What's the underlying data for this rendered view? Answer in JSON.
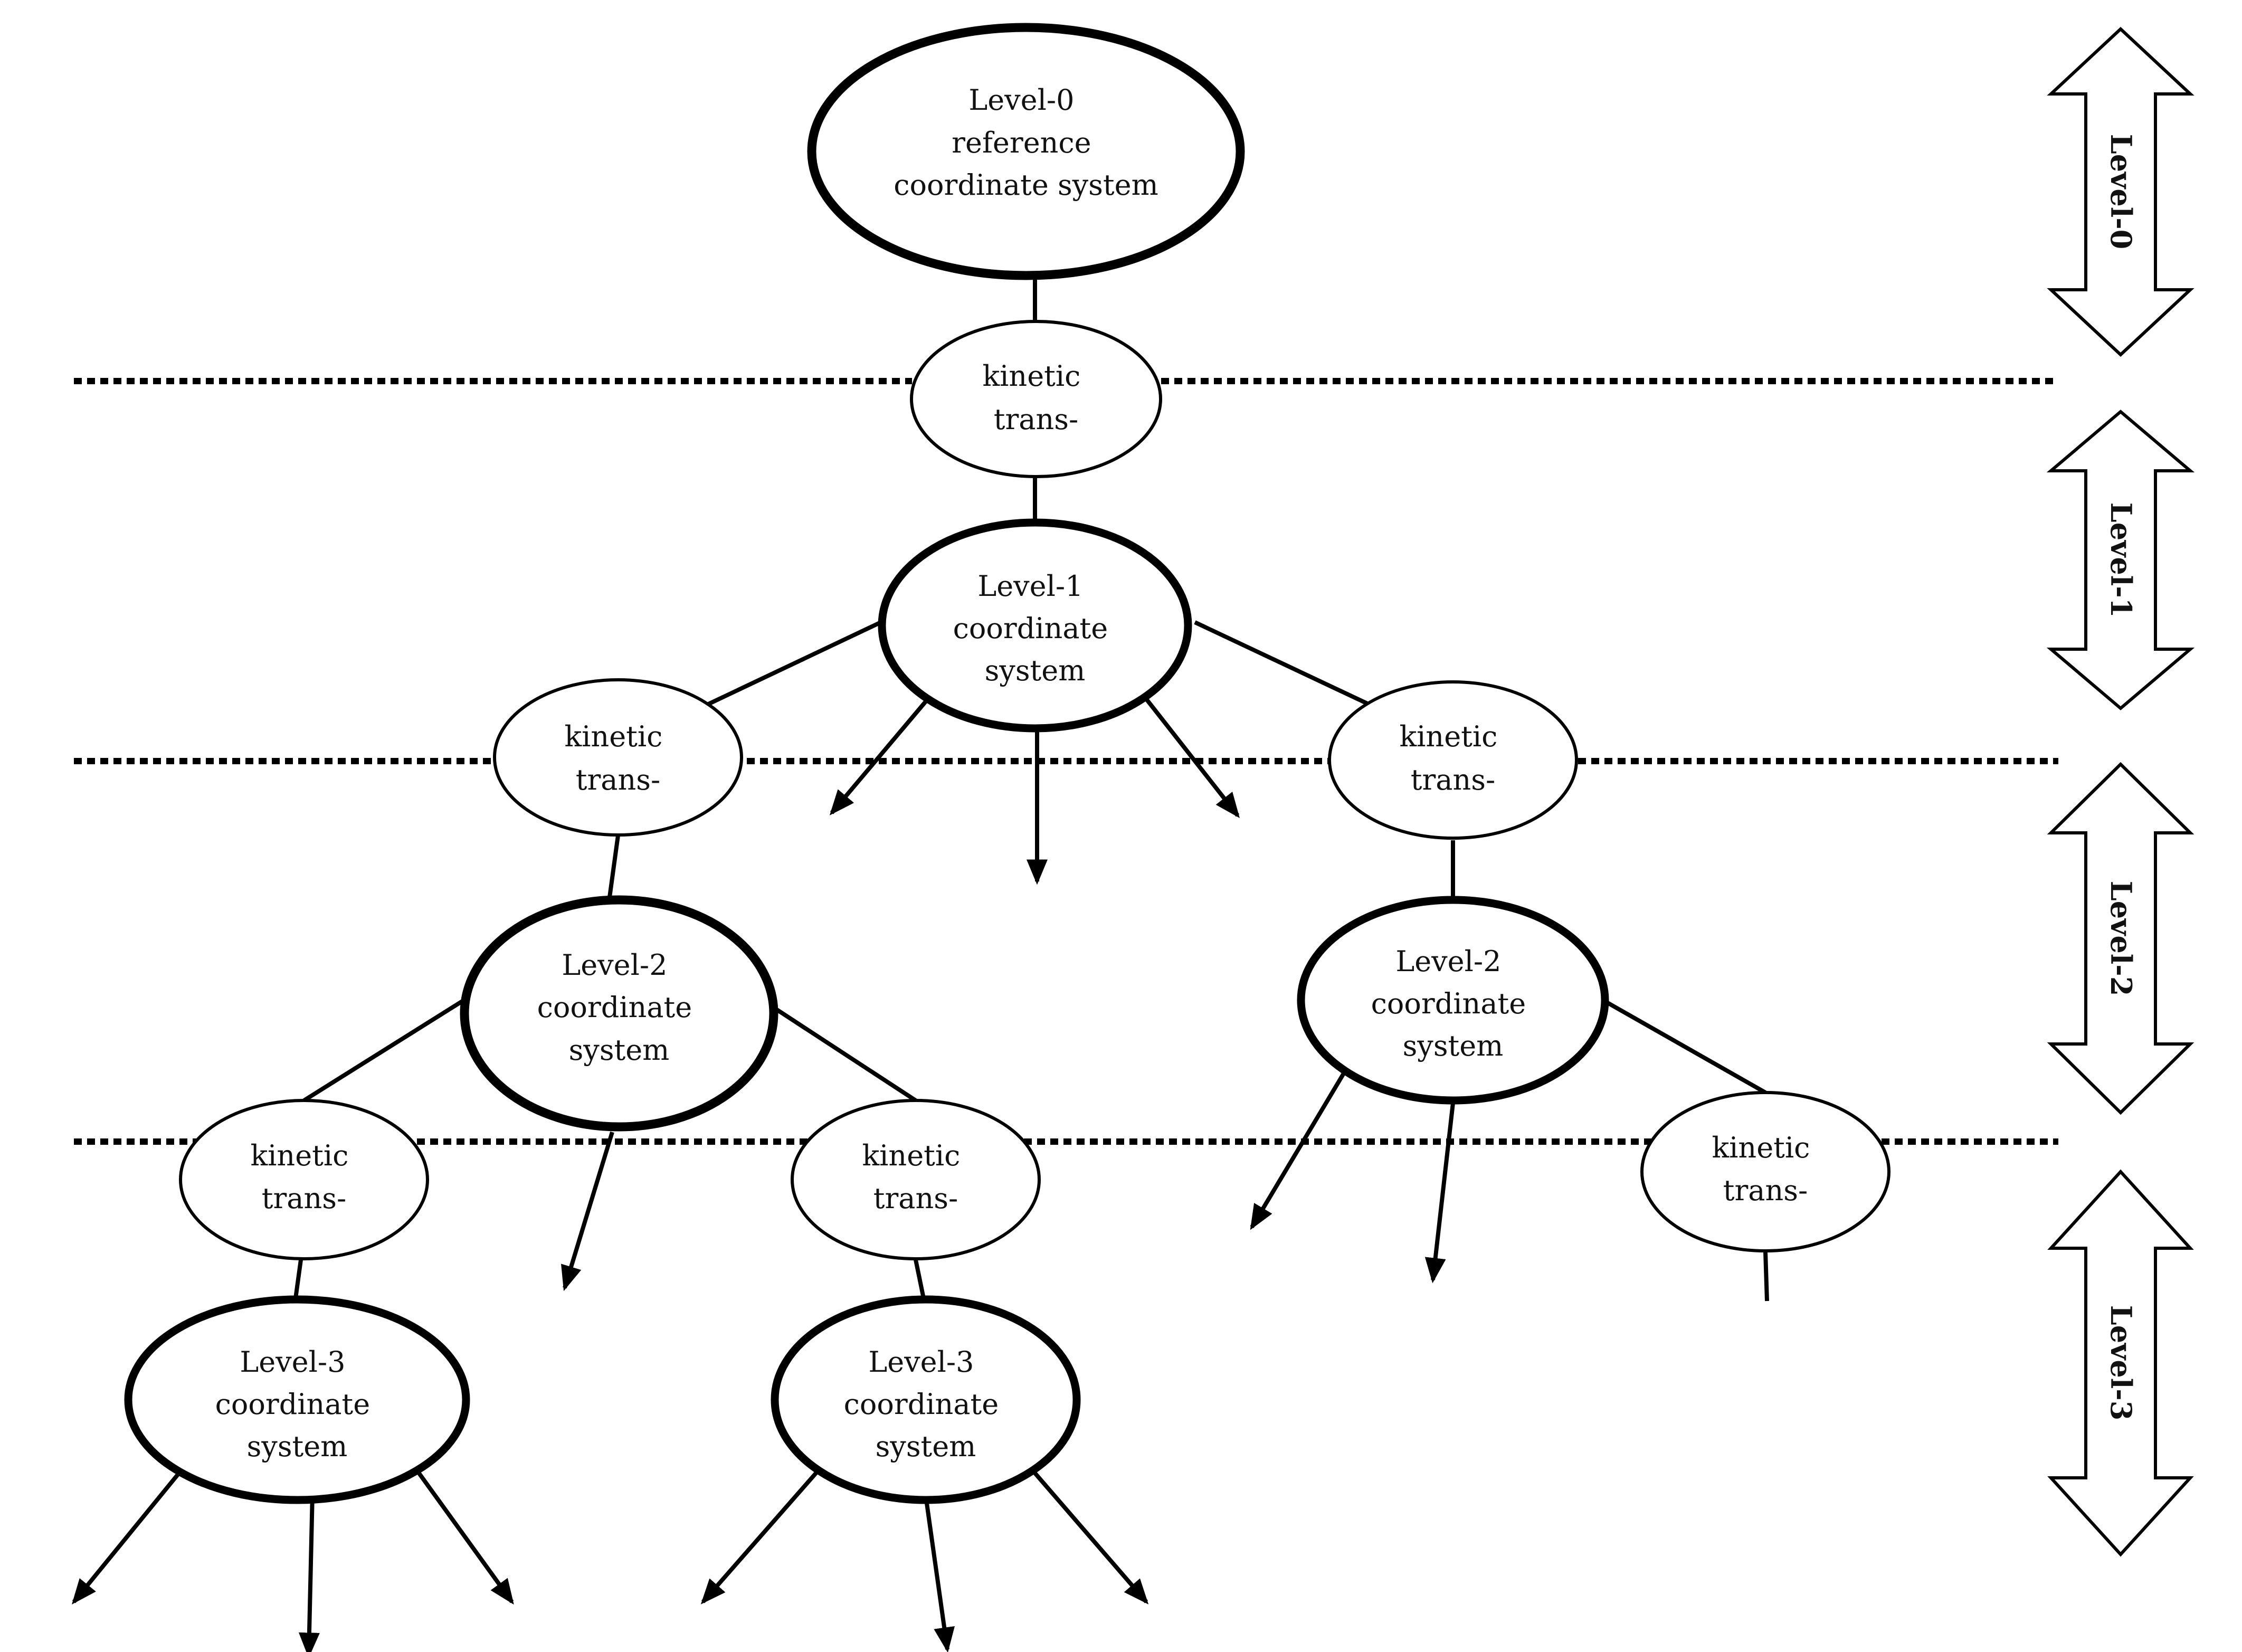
{
  "nodes": {
    "level0": {
      "lines": [
        "Level-0",
        "reference",
        "coordinate system"
      ]
    },
    "kinetic_top": {
      "lines": [
        "kinetic",
        "trans-"
      ]
    },
    "level1": {
      "lines": [
        "Level-1",
        "coordinate",
        "system"
      ]
    },
    "kinetic_l2_left": {
      "lines": [
        "kinetic",
        "trans-"
      ]
    },
    "kinetic_l2_right": {
      "lines": [
        "kinetic",
        "trans-"
      ]
    },
    "level2_left": {
      "lines": [
        "Level-2",
        "coordinate",
        "system"
      ]
    },
    "level2_right": {
      "lines": [
        "Level-2",
        "coordinate",
        "system"
      ]
    },
    "kinetic_l3_a": {
      "lines": [
        "kinetic",
        "trans-"
      ]
    },
    "kinetic_l3_b": {
      "lines": [
        "kinetic",
        "trans-"
      ]
    },
    "kinetic_l3_c": {
      "lines": [
        "kinetic",
        "trans-"
      ]
    },
    "level3_left": {
      "lines": [
        "Level-3",
        "coordinate",
        "system"
      ]
    },
    "level3_mid": {
      "lines": [
        "Level-3",
        "coordinate",
        "system"
      ]
    }
  },
  "levels": [
    "Level-0",
    "Level-1",
    "Level-2",
    "Level-3"
  ]
}
